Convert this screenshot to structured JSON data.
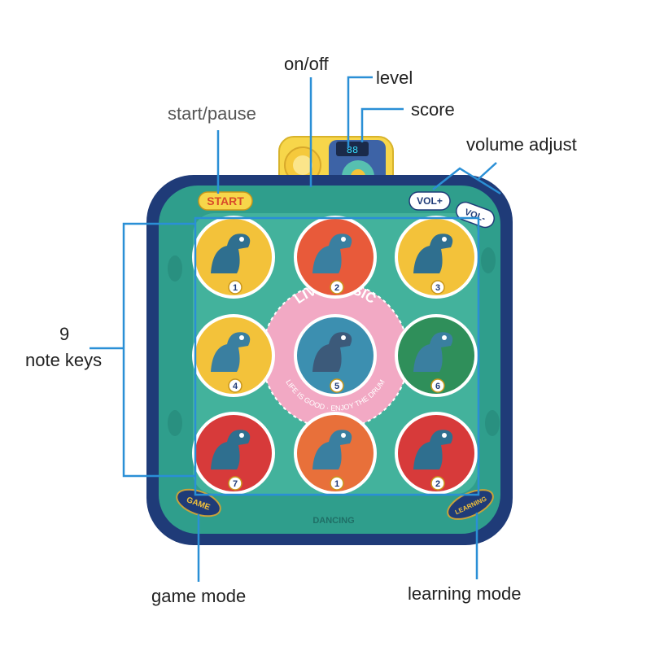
{
  "colors": {
    "mat_frame": "#1f3b78",
    "mat_surface": "#2f9e8c",
    "mat_inner": "#43b29c",
    "pink": "#f2a9c4",
    "console": "#f7d64a",
    "callout": "#2a8fd6",
    "key_circle_colors": [
      "#f3c23a",
      "#e85a3a",
      "#f3c23a",
      "#f3c23a",
      "#3c8fb0",
      "#2f8f5a",
      "#d73a3a",
      "#e8703a",
      "#d73a3a"
    ]
  },
  "callouts": {
    "on_off": "on/off",
    "level": "level",
    "score": "score",
    "start_pause": "start/pause",
    "volume_adjust": "volume adjust",
    "note_keys_line1": "9",
    "note_keys_line2": "note keys",
    "game_mode": "game mode",
    "learning_mode": "learning mode"
  },
  "mat": {
    "start_label": "START",
    "vol_plus": "VOL+",
    "vol_minus": "VOL-",
    "game_label": "GAME",
    "learning_label": "LEARNING",
    "dancing_label": "DANCING",
    "center_arc_text": "LIVE MUSIC",
    "center_bottom_text": "LIFE IS GOOD · ENJOY THE DRUM"
  },
  "keys": [
    {
      "number": "1",
      "icon": "dino-basketball-icon"
    },
    {
      "number": "2",
      "icon": "dino-skateboard-icon"
    },
    {
      "number": "3",
      "icon": "dino-guitar-icon"
    },
    {
      "number": "4",
      "icon": "dino-car-icon"
    },
    {
      "number": "5",
      "icon": "dino-sunglasses-icon"
    },
    {
      "number": "6",
      "icon": "dino-skateboard-icon"
    },
    {
      "number": "7",
      "icon": "dino-camera-icon"
    },
    {
      "number": "1",
      "icon": "dino-ukulele-icon"
    },
    {
      "number": "2",
      "icon": "dino-headphones-icon"
    }
  ]
}
